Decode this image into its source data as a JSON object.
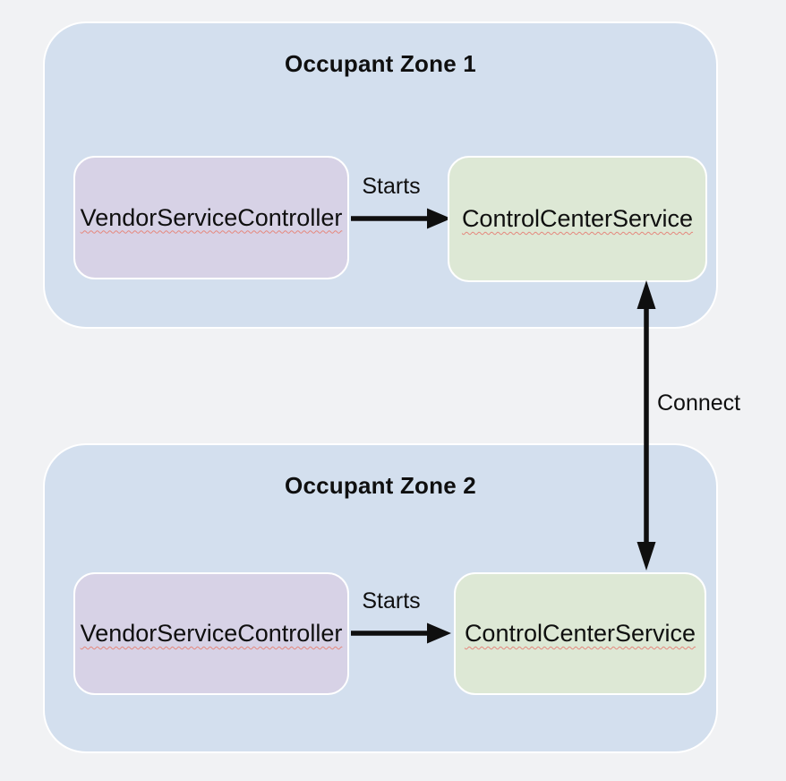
{
  "colors": {
    "background": "#f1f2f4",
    "zone_fill": "#d3dfee",
    "zone_border": "#ffffff",
    "vendor_fill": "#d7d2e6",
    "control_fill": "#dde8d5",
    "box_border": "#ffffff",
    "arrow": "#0f0f0f",
    "text": "#0f0f0f",
    "squiggle": "#e5877c"
  },
  "zones": [
    {
      "title": "Occupant Zone 1",
      "vendor_label": "VendorServiceController",
      "control_label": "ControlCenterService",
      "starts_label": "Starts"
    },
    {
      "title": "Occupant Zone 2",
      "vendor_label": "VendorServiceController",
      "control_label": "ControlCenterService",
      "starts_label": "Starts"
    }
  ],
  "connect_label": "Connect"
}
